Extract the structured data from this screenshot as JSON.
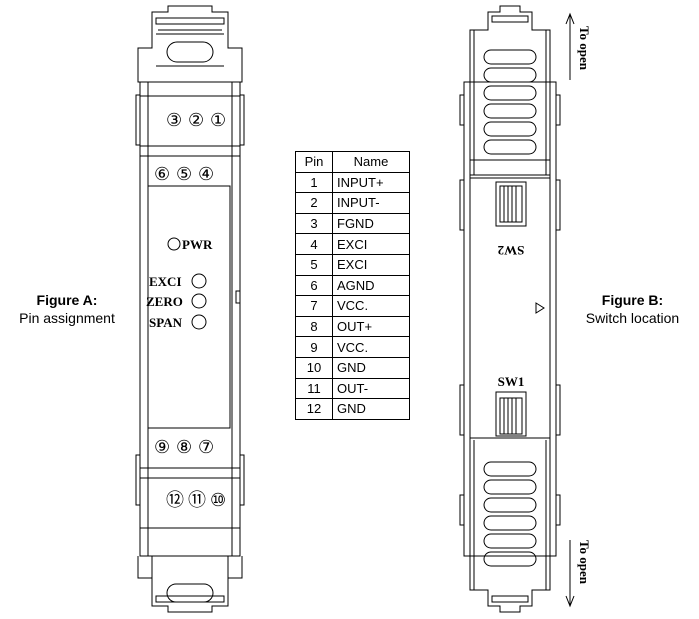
{
  "figure_a": {
    "title": "Figure A:",
    "subtitle": "Pin assignment",
    "terminals_top_row1": [
      "③",
      "②",
      "①"
    ],
    "terminals_top_row2": [
      "⑥",
      "⑤",
      "④"
    ],
    "terminals_bottom_row1": [
      "⑨",
      "⑧",
      "⑦"
    ],
    "terminals_bottom_row2": [
      "⑫",
      "⑪",
      "⑩"
    ],
    "indicators": {
      "pwr": "PWR",
      "exci": "EXCI",
      "zero": "ZERO",
      "span": "SPAN"
    }
  },
  "figure_b": {
    "title": "Figure B:",
    "subtitle": "Switch location",
    "sw1": "SW1",
    "sw2": "SW2",
    "to_open_top": "To open",
    "to_open_bottom": "To open"
  },
  "pin_table": {
    "headers": [
      "Pin",
      "Name"
    ],
    "rows": [
      [
        "1",
        "INPUT+"
      ],
      [
        "2",
        "INPUT-"
      ],
      [
        "3",
        "FGND"
      ],
      [
        "4",
        "EXCI"
      ],
      [
        "5",
        "EXCI"
      ],
      [
        "6",
        "AGND"
      ],
      [
        "7",
        "VCC."
      ],
      [
        "8",
        "OUT+"
      ],
      [
        "9",
        "VCC."
      ],
      [
        "10",
        "GND"
      ],
      [
        "11",
        "OUT-"
      ],
      [
        "12",
        "GND"
      ]
    ]
  }
}
